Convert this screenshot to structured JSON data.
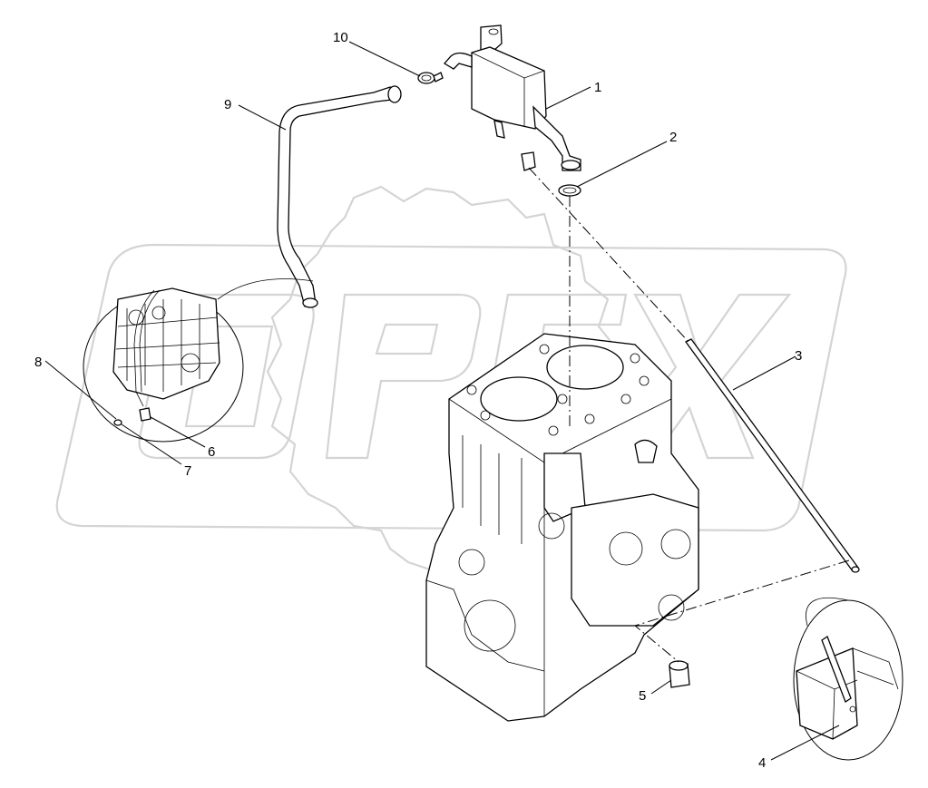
{
  "figure": {
    "type": "exploded-parts-diagram",
    "watermark_text": "OPEX",
    "callouts": [
      {
        "id": "1",
        "label": "1",
        "part": "breather-housing"
      },
      {
        "id": "2",
        "label": "2",
        "part": "o-ring"
      },
      {
        "id": "3",
        "label": "3",
        "part": "dipstick-tube"
      },
      {
        "id": "4",
        "label": "4",
        "part": "dipstick-detail"
      },
      {
        "id": "5",
        "label": "5",
        "part": "dipstick-plug"
      },
      {
        "id": "6",
        "label": "6",
        "part": "hose-fitting"
      },
      {
        "id": "7",
        "label": "7",
        "part": "small-bolt"
      },
      {
        "id": "8",
        "label": "8",
        "part": "washer"
      },
      {
        "id": "9",
        "label": "9",
        "part": "breather-hose"
      },
      {
        "id": "10",
        "label": "10",
        "part": "hose-clamp"
      }
    ]
  }
}
